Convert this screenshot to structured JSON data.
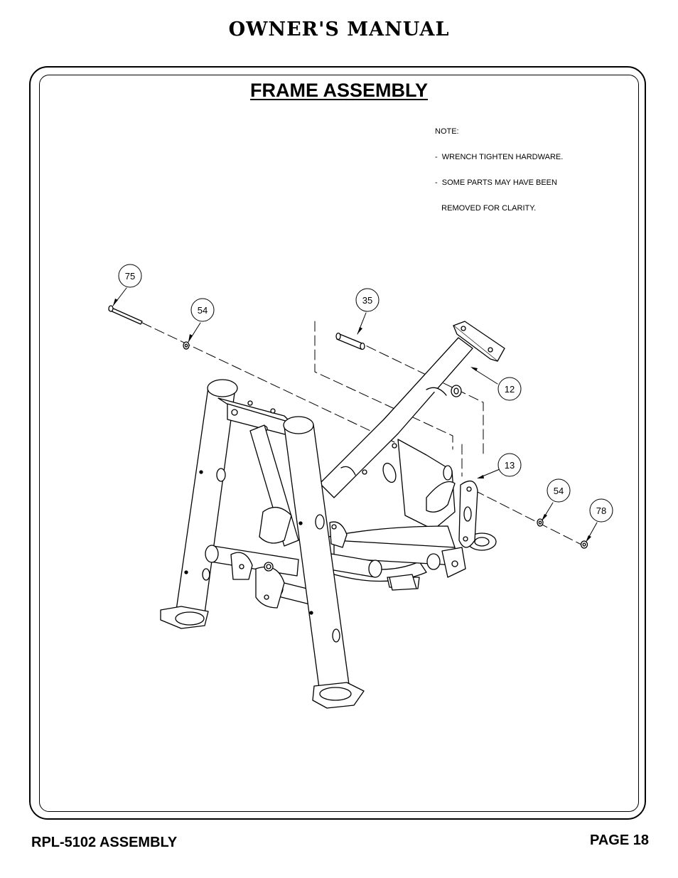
{
  "header": {
    "title": "OWNER'S MANUAL"
  },
  "section": {
    "title": "FRAME ASSEMBLY"
  },
  "note": {
    "lines": [
      "NOTE:",
      "-  WRENCH TIGHTEN HARDWARE.",
      "-  SOME PARTS MAY HAVE BEEN",
      "   REMOVED FOR CLARITY."
    ]
  },
  "callouts": [
    "75",
    "54",
    "35",
    "12",
    "13",
    "54",
    "78"
  ],
  "footer": {
    "left": "RPL-5102 ASSEMBLY",
    "right": "PAGE 18"
  }
}
